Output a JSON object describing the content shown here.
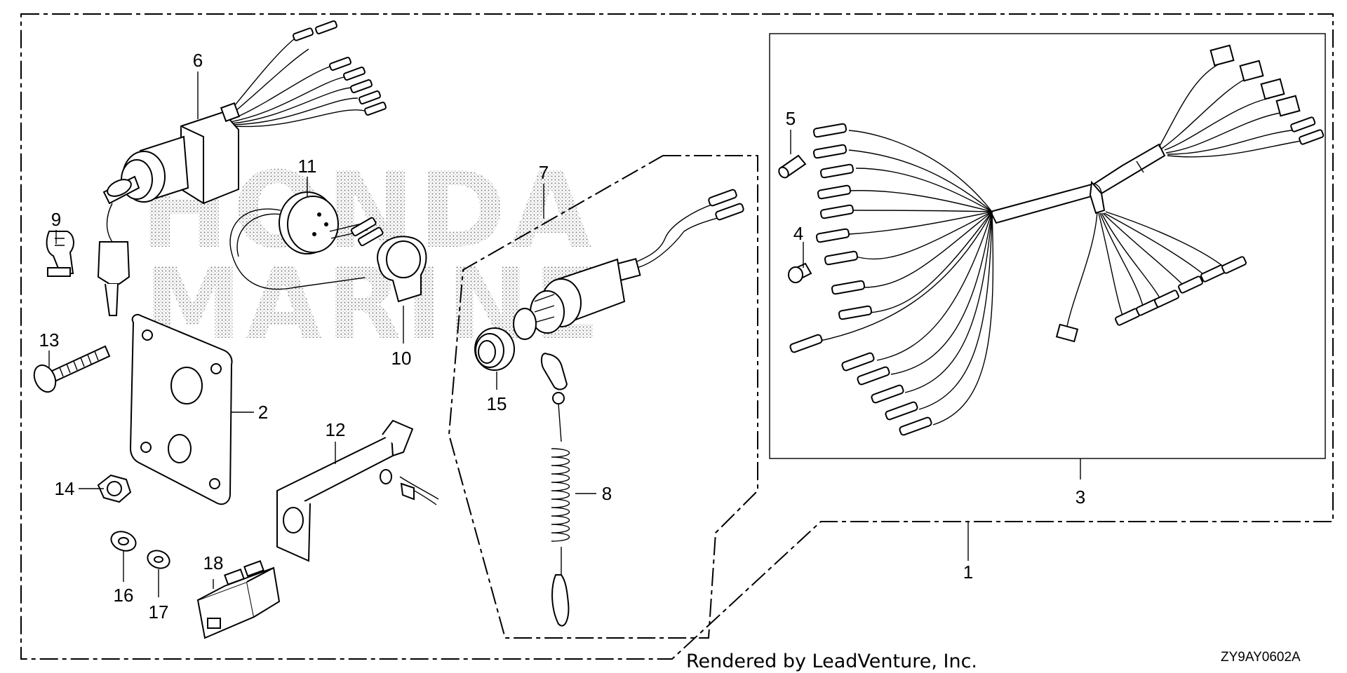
{
  "watermark": {
    "line1": "HONDA",
    "line2": "MARINE"
  },
  "callouts": {
    "c1": "1",
    "c2": "2",
    "c3": "3",
    "c4": "4",
    "c5": "5",
    "c6": "6",
    "c7": "7",
    "c8": "8",
    "c9": "9",
    "c10": "10",
    "c11": "11",
    "c12": "12",
    "c13": "13",
    "c14": "14",
    "c15": "15",
    "c16": "16",
    "c17": "17",
    "c18": "18"
  },
  "footer": {
    "credit": "Rendered by LeadVenture, Inc.",
    "diagram_code": "ZY9AY0602A"
  },
  "parts": [
    {
      "ref": "1",
      "name": "main-switch-panel-kit",
      "icon": "kit-outline"
    },
    {
      "ref": "2",
      "name": "switch-panel-plate",
      "icon": "plate"
    },
    {
      "ref": "3",
      "name": "wire-harness",
      "icon": "harness"
    },
    {
      "ref": "4",
      "name": "wire-cap",
      "icon": "cap"
    },
    {
      "ref": "5",
      "name": "terminal-sleeve",
      "icon": "sleeve"
    },
    {
      "ref": "6",
      "name": "ignition-key-switch",
      "icon": "key-switch"
    },
    {
      "ref": "7",
      "name": "emergency-stop-switch-kit",
      "icon": "stop-switch"
    },
    {
      "ref": "8",
      "name": "lanyard-clip",
      "icon": "coil-cord"
    },
    {
      "ref": "9",
      "name": "wire-clip",
      "icon": "clip"
    },
    {
      "ref": "10",
      "name": "buzzer-holder",
      "icon": "band"
    },
    {
      "ref": "11",
      "name": "buzzer",
      "icon": "buzzer"
    },
    {
      "ref": "12",
      "name": "switch-stay",
      "icon": "bracket"
    },
    {
      "ref": "13",
      "name": "tapping-screw",
      "icon": "screw"
    },
    {
      "ref": "14",
      "name": "nut",
      "icon": "nut"
    },
    {
      "ref": "15",
      "name": "lock-nut",
      "icon": "ring-nut"
    },
    {
      "ref": "16",
      "name": "washer",
      "icon": "washer"
    },
    {
      "ref": "17",
      "name": "lock-washer",
      "icon": "washer"
    },
    {
      "ref": "18",
      "name": "coupler",
      "icon": "coupler"
    }
  ]
}
